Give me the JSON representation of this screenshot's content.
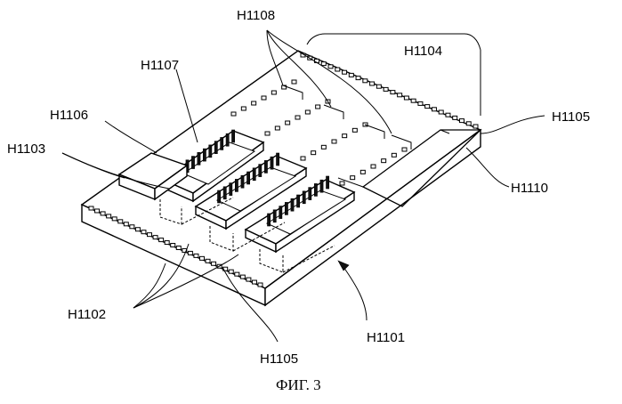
{
  "figure": {
    "caption": "ФИГ. 3",
    "labels": {
      "h1101": "H1101",
      "h1102": "H1102",
      "h1103": "H1103",
      "h1104": "H1104",
      "h1105_right": "H1105",
      "h1105_bottom": "H1105",
      "h1106": "H1106",
      "h1107": "H1107",
      "h1108": "H1108",
      "h1110": "H1110"
    }
  }
}
